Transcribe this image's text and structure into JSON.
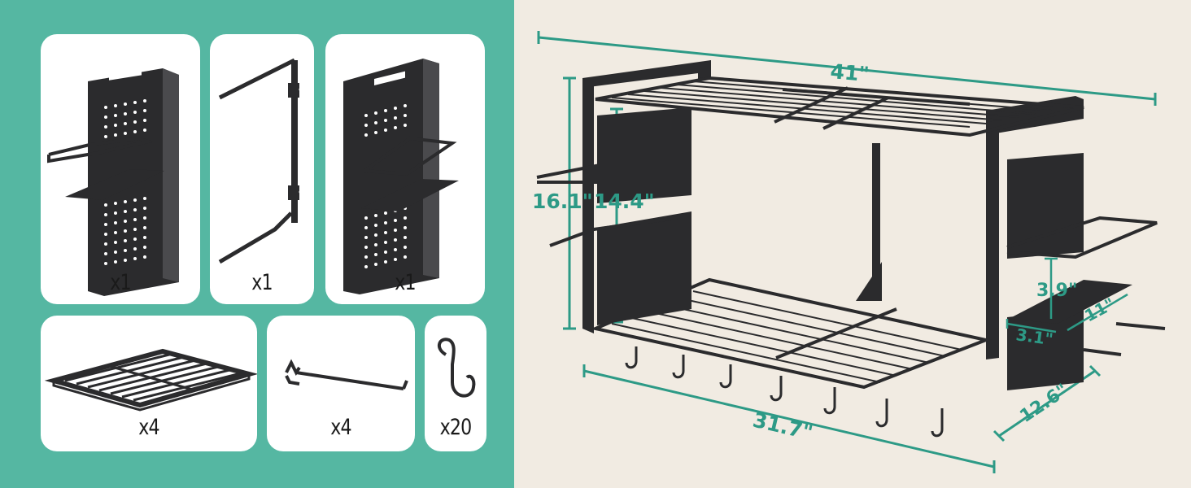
{
  "colors": {
    "left_background": "#55b7a2",
    "right_background": "#f1ebe2",
    "card_background": "#ffffff",
    "metal": "#2b2b2d",
    "dimension_accent": "#2d9a86"
  },
  "parts": [
    {
      "name": "side-panel-left",
      "icon": "side-panel-icon",
      "quantity": "x1"
    },
    {
      "name": "center-support-bracket",
      "icon": "bracket-icon",
      "quantity": "x1"
    },
    {
      "name": "side-panel-right",
      "icon": "side-panel-icon",
      "quantity": "x1"
    },
    {
      "name": "wire-shelf",
      "icon": "wire-grid-icon",
      "quantity": "x4"
    },
    {
      "name": "pegboard-hook",
      "icon": "peg-hook-icon",
      "quantity": "x4"
    },
    {
      "name": "s-hook",
      "icon": "s-hook-icon",
      "quantity": "x20"
    }
  ],
  "dimensions": {
    "overall_width": "41\"",
    "total_height": "16.1\"",
    "inner_height": "14.4\"",
    "bottom_width": "31.7\"",
    "depth": "12.6\"",
    "shelf_gap": "3.9\"",
    "shelf_width": "11\"",
    "shelf_depth": "3.1\""
  }
}
